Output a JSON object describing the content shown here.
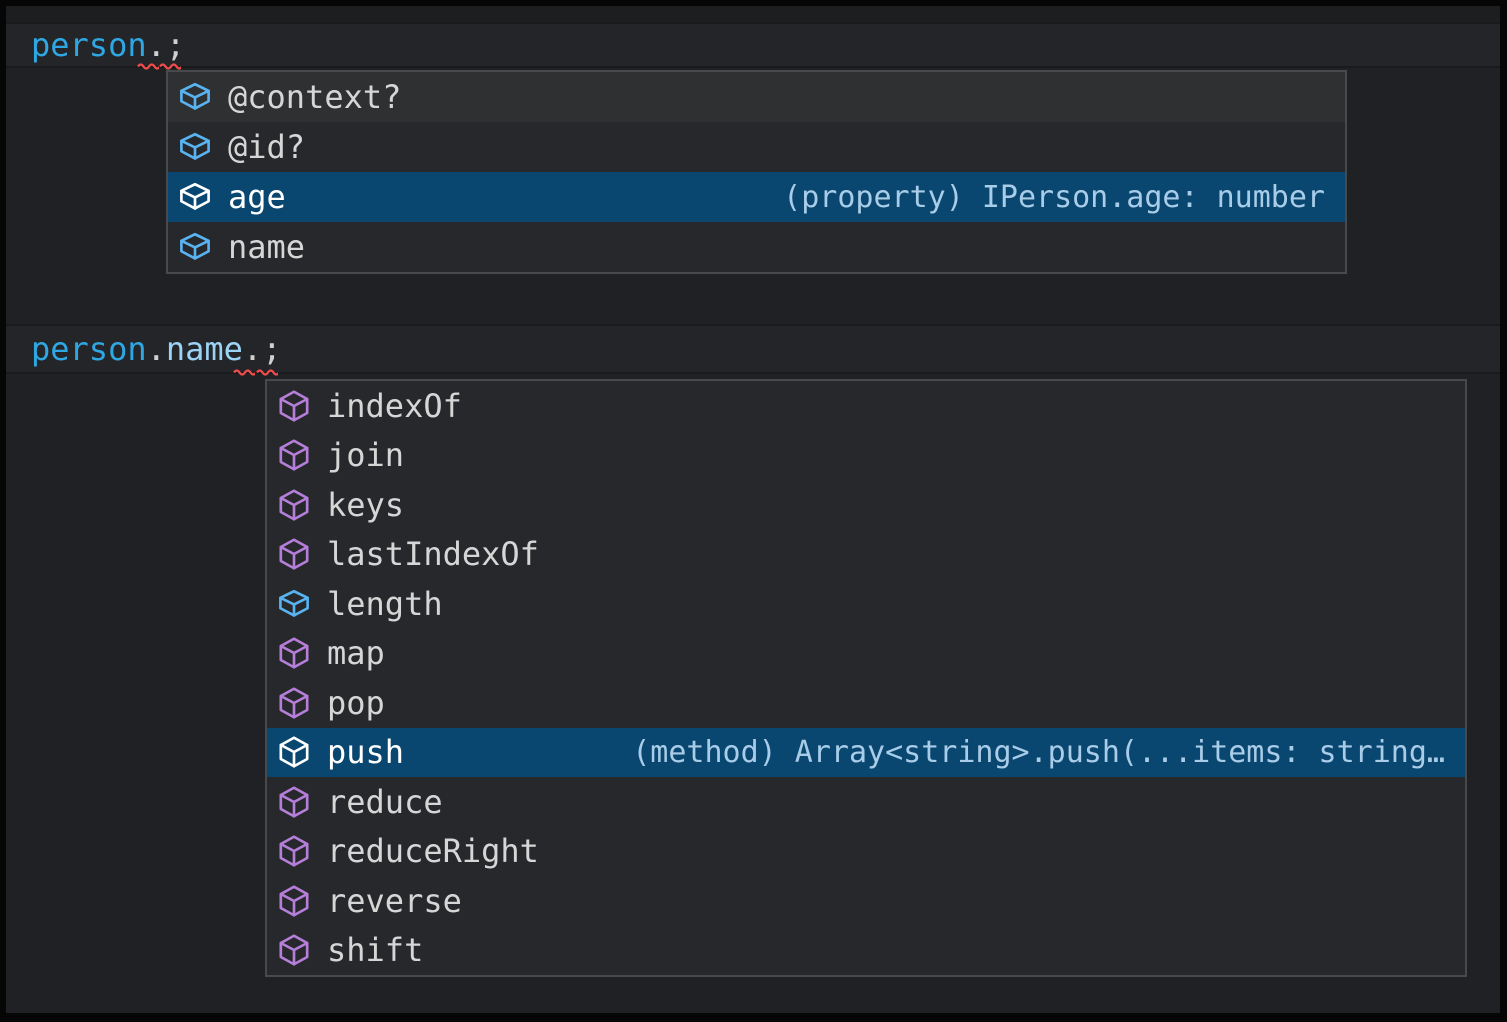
{
  "colors": {
    "frame": "#060606",
    "editor_bg": "#202124",
    "top_strip": "#1d1e20",
    "line_highlight_bg": "#242528",
    "line_highlight_border": "#191a1c",
    "suggest_bg": "#27282b",
    "suggest_border": "#47494d",
    "row_hover_bg": "#2e3032",
    "selected_bg": "#094771",
    "label": "#d6d6d6",
    "label_selected": "#ffffff",
    "detail_selected": "#a9cde8",
    "icon_field": "#58b3f0",
    "icon_method": "#b57fd9",
    "variable": "#2fa7e3",
    "property": "#9bd3f5",
    "punctuation": "#d0d0d0",
    "error_squiggle": "#f14c4c"
  },
  "code": {
    "line1": {
      "tokens": [
        {
          "text": "person",
          "style": "variable"
        },
        {
          "text": ".",
          "style": "punctuation"
        },
        {
          "text": ";",
          "style": "punctuation"
        }
      ]
    },
    "line2": {
      "tokens": [
        {
          "text": "person",
          "style": "variable"
        },
        {
          "text": ".",
          "style": "punctuation"
        },
        {
          "text": "name",
          "style": "property"
        },
        {
          "text": ".",
          "style": "punctuation"
        },
        {
          "text": ";",
          "style": "punctuation"
        }
      ]
    }
  },
  "suggest_person": {
    "items": [
      {
        "label": "@context?",
        "kind": "field",
        "highlighted": true
      },
      {
        "label": "@id?",
        "kind": "field"
      },
      {
        "label": "age",
        "kind": "field",
        "selected": true,
        "detail": "(property) IPerson.age: number"
      },
      {
        "label": "name",
        "kind": "field"
      }
    ]
  },
  "suggest_name": {
    "items": [
      {
        "label": "indexOf",
        "kind": "method"
      },
      {
        "label": "join",
        "kind": "method"
      },
      {
        "label": "keys",
        "kind": "method"
      },
      {
        "label": "lastIndexOf",
        "kind": "method"
      },
      {
        "label": "length",
        "kind": "field"
      },
      {
        "label": "map",
        "kind": "method"
      },
      {
        "label": "pop",
        "kind": "method"
      },
      {
        "label": "push",
        "kind": "method",
        "selected": true,
        "detail": "(method) Array<string>.push(...items: string…"
      },
      {
        "label": "reduce",
        "kind": "method"
      },
      {
        "label": "reduceRight",
        "kind": "method"
      },
      {
        "label": "reverse",
        "kind": "method"
      },
      {
        "label": "shift",
        "kind": "method"
      }
    ]
  }
}
